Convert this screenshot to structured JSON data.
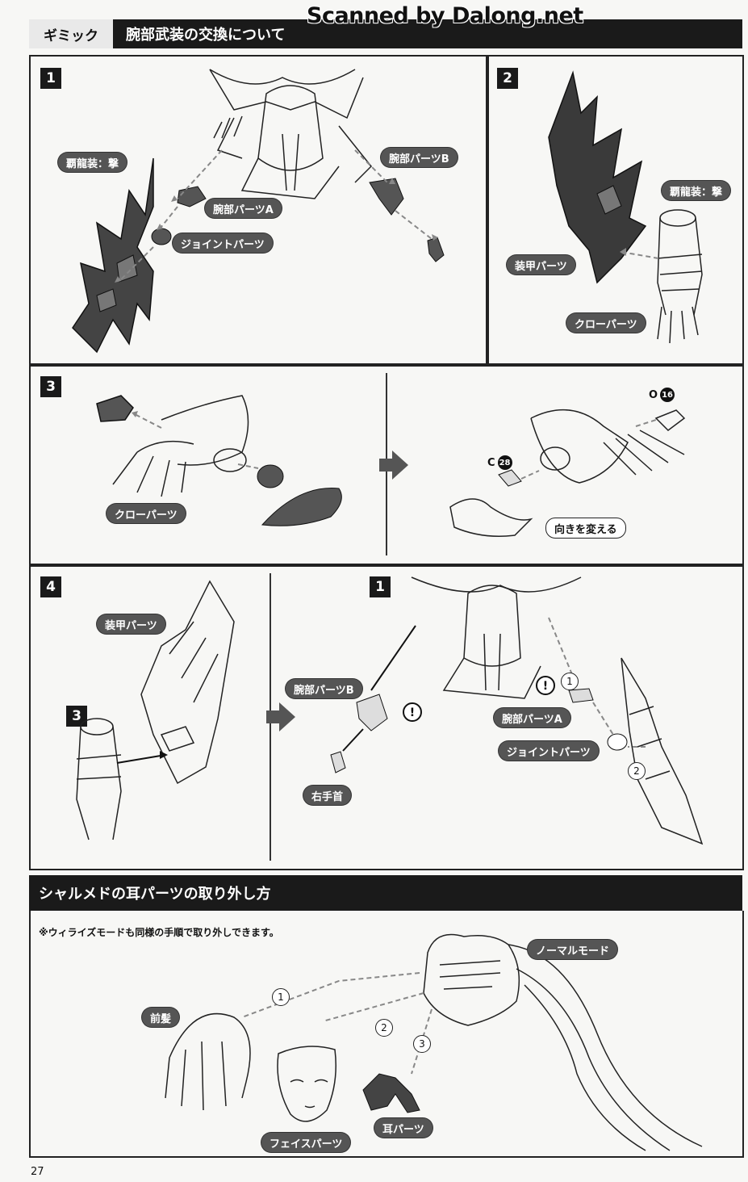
{
  "watermark": "Scanned by Dalong.net",
  "gimmick": {
    "tab_label": "ギミック",
    "title": "腕部武装の交換について"
  },
  "steps": {
    "s1": "1",
    "s2": "2",
    "s3": "3",
    "s4": "4",
    "s4_ref3": "3",
    "s4_ref1": "1"
  },
  "labels": {
    "p1_haryu": "覇龍装：撃",
    "p1_armB": "腕部パーツB",
    "p1_armA": "腕部パーツA",
    "p1_joint": "ジョイントパーツ",
    "p2_haryu": "覇龍装：撃",
    "p2_armor": "装甲パーツ",
    "p2_claw": "クローパーツ",
    "p3_claw": "クローパーツ",
    "p3_direction": "向きを変える",
    "p4_armor": "装甲パーツ",
    "p4_armB": "腕部パーツB",
    "p4_armA": "腕部パーツA",
    "p4_joint": "ジョイントパーツ",
    "p4_wrist": "右手首"
  },
  "codes": {
    "c_letter": "C",
    "c_num": "28",
    "o_letter": "O",
    "o_num": "16"
  },
  "order_marks": {
    "p4_one": "1",
    "p4_two": "2",
    "ear_one": "1",
    "ear_two": "2",
    "ear_three": "3"
  },
  "ear_section": {
    "title": "シャルメドの耳パーツの取り外し方",
    "note": "※ウィライズモードも同様の手順で取り外しできます。",
    "normal_mode": "ノーマルモード",
    "bangs": "前髪",
    "face": "フェイスパーツ",
    "ear": "耳パーツ"
  },
  "page_number": "27"
}
